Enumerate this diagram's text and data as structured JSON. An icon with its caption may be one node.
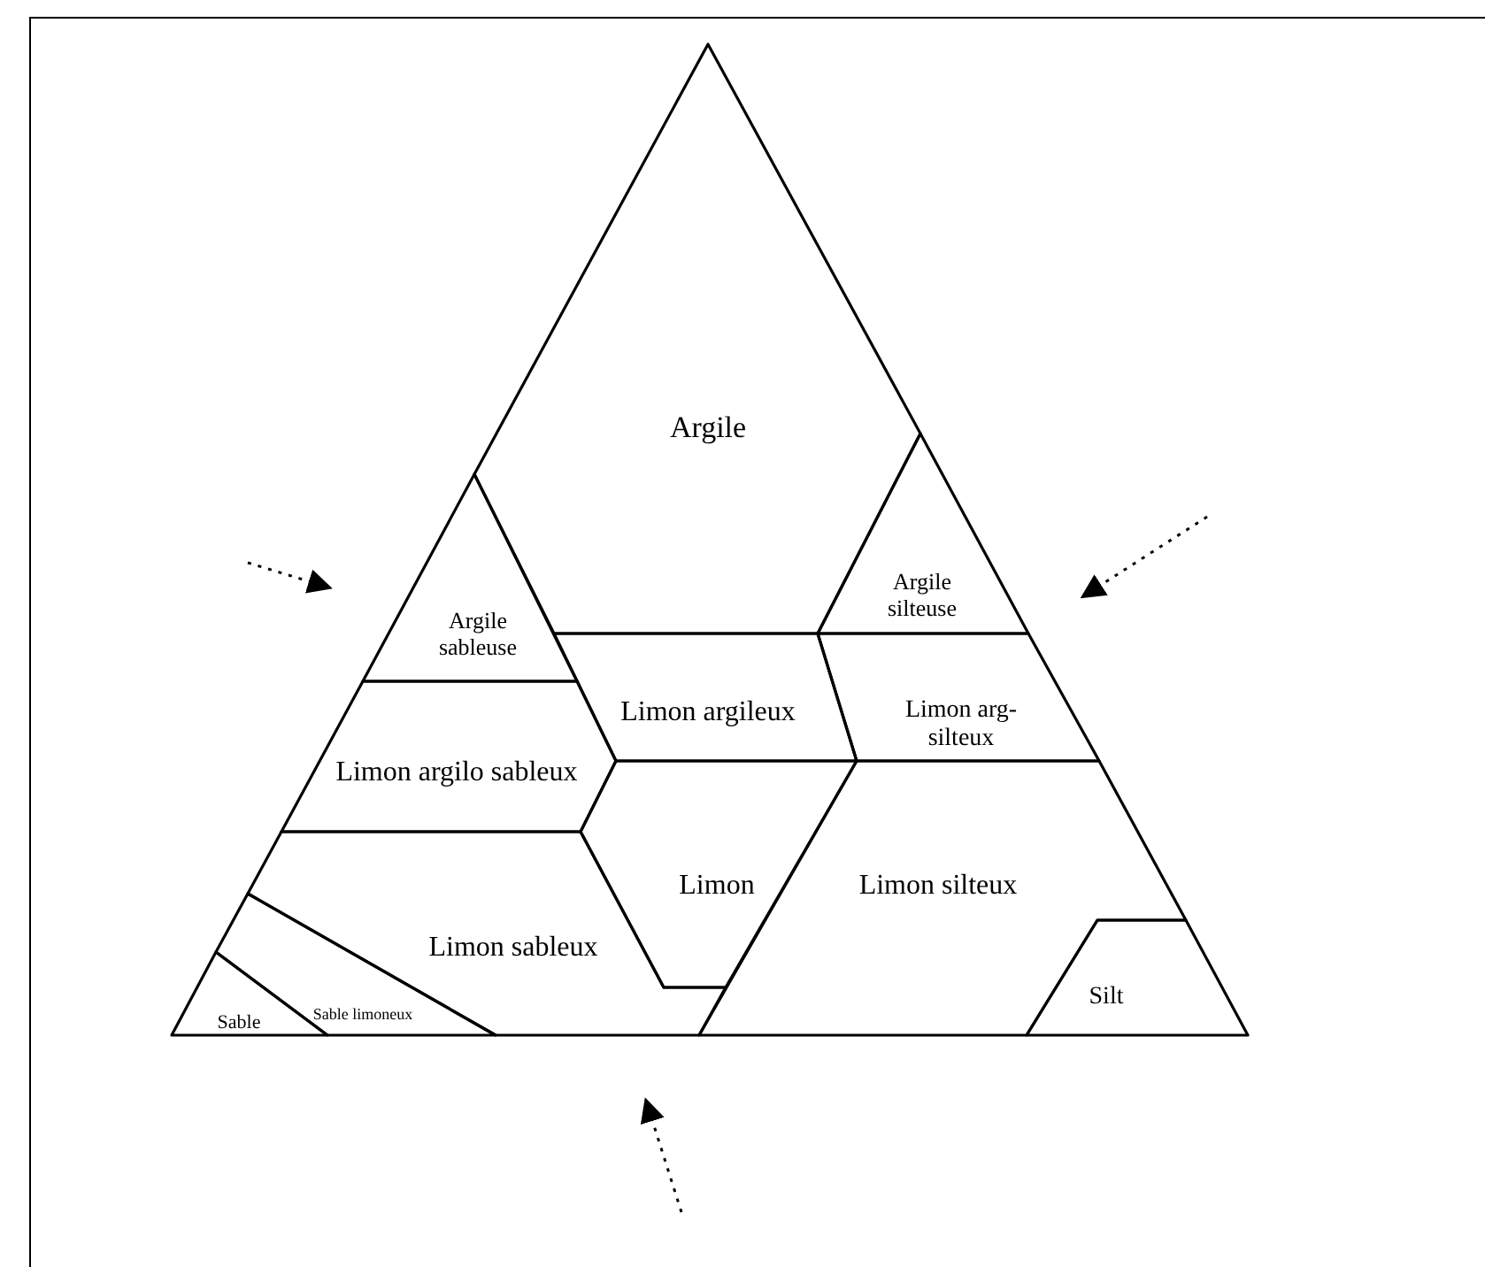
{
  "diagram": {
    "nodes": [
      {
        "text": [
          "Argile"
        ]
      },
      {
        "text": [
          "Argile sableuse"
        ]
      },
      {
        "text": [
          "Argile silteuse"
        ]
      },
      {
        "text": [
          "Limon argileux"
        ]
      },
      {
        "text": [
          "Limon arg-silteux"
        ]
      },
      {
        "text": [
          "Limon argilo sableux"
        ]
      },
      {
        "text": [
          "Limon"
        ]
      },
      {
        "text": [
          "Limon silteux"
        ]
      },
      {
        "text": [
          "Limon sableux"
        ]
      },
      {
        "text": [
          "Silt"
        ]
      },
      {
        "text": [
          "Sable limoneux"
        ]
      },
      {
        "text": [
          "Sable"
        ]
      }
    ],
    "edges": []
  }
}
